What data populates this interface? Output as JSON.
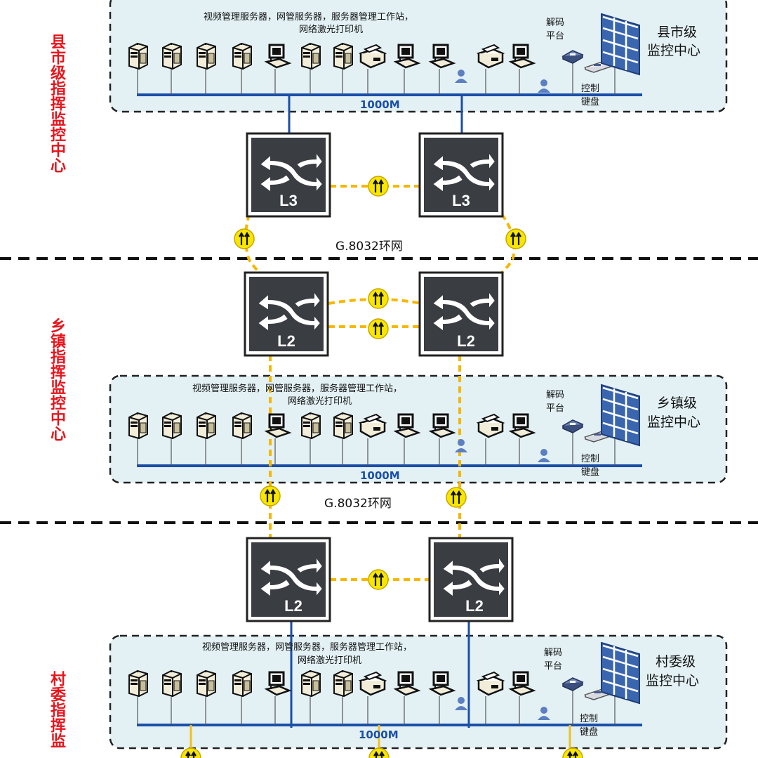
{
  "zones": [
    {
      "side_label": "县市级指挥监控中心",
      "server_caption_line1": "视频管理服务器，网管服务器，服务器管理工作站，",
      "server_caption_line2": "网络激光打印机",
      "decoder_label_line1": "解码",
      "decoder_label_line2": "平台",
      "center_title_line1": "县市级",
      "center_title_line2": "监控中心",
      "keyboard_label_line1": "控制",
      "keyboard_label_line2": "键盘",
      "bus_speed": "1000M"
    },
    {
      "side_label": "乡镇指挥监控中心",
      "server_caption_line1": "视频管理服务器，网管服务器，服务器管理工作站，",
      "server_caption_line2": "网络激光打印机",
      "decoder_label_line1": "解码",
      "decoder_label_line2": "平台",
      "center_title_line1": "乡镇级",
      "center_title_line2": "监控中心",
      "keyboard_label_line1": "控制",
      "keyboard_label_line2": "键盘",
      "bus_speed": "1000M"
    },
    {
      "side_label": "村委指挥监",
      "server_caption_line1": "视频管理服务器，网管服务器，服务器管理工作站，",
      "server_caption_line2": "网络激光打印机",
      "decoder_label_line1": "解码",
      "decoder_label_line2": "平台",
      "center_title_line1": "村委级",
      "center_title_line2": "监控中心",
      "keyboard_label_line1": "控制",
      "keyboard_label_line2": "键盘",
      "bus_speed": "1000M"
    }
  ],
  "rings": [
    "G.8032环网",
    "G.8032环网"
  ],
  "switches": [
    {
      "label": "L3"
    },
    {
      "label": "L3"
    },
    {
      "label": "L2"
    },
    {
      "label": "L2"
    },
    {
      "label": "L2"
    },
    {
      "label": "L2"
    }
  ],
  "colors": {
    "side_label": "#e8141c",
    "zone_fill": "#e3f1f5",
    "bus": "#1a4ea8",
    "ring_link": "#f5b800",
    "switch_body": "#3a3d42",
    "ring_node": "#f7e600",
    "uplink": "#f0c020"
  },
  "icons": [
    "server-icon",
    "workstation-icon",
    "printer-icon",
    "user-icon",
    "keyboard-icon",
    "video-wall-icon",
    "switch-icon",
    "ring-node-icon"
  ]
}
